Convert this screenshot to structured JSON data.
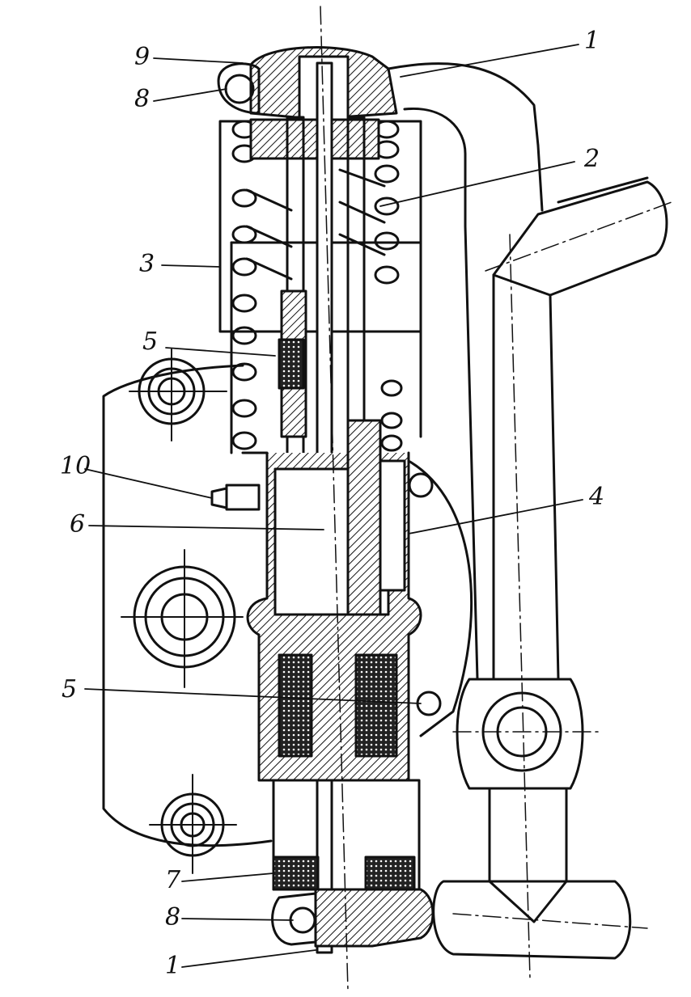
{
  "diagram": {
    "callouts": [
      {
        "id": "c9",
        "text": "9"
      },
      {
        "id": "c8a",
        "text": "8"
      },
      {
        "id": "c1a",
        "text": "1"
      },
      {
        "id": "c2",
        "text": "2"
      },
      {
        "id": "c3",
        "text": "3"
      },
      {
        "id": "c5a",
        "text": "5"
      },
      {
        "id": "c10",
        "text": "10"
      },
      {
        "id": "c6",
        "text": "6"
      },
      {
        "id": "c4",
        "text": "4"
      },
      {
        "id": "c5b",
        "text": "5"
      },
      {
        "id": "c7",
        "text": "7"
      },
      {
        "id": "c8b",
        "text": "8"
      },
      {
        "id": "c1b",
        "text": "1"
      }
    ]
  }
}
